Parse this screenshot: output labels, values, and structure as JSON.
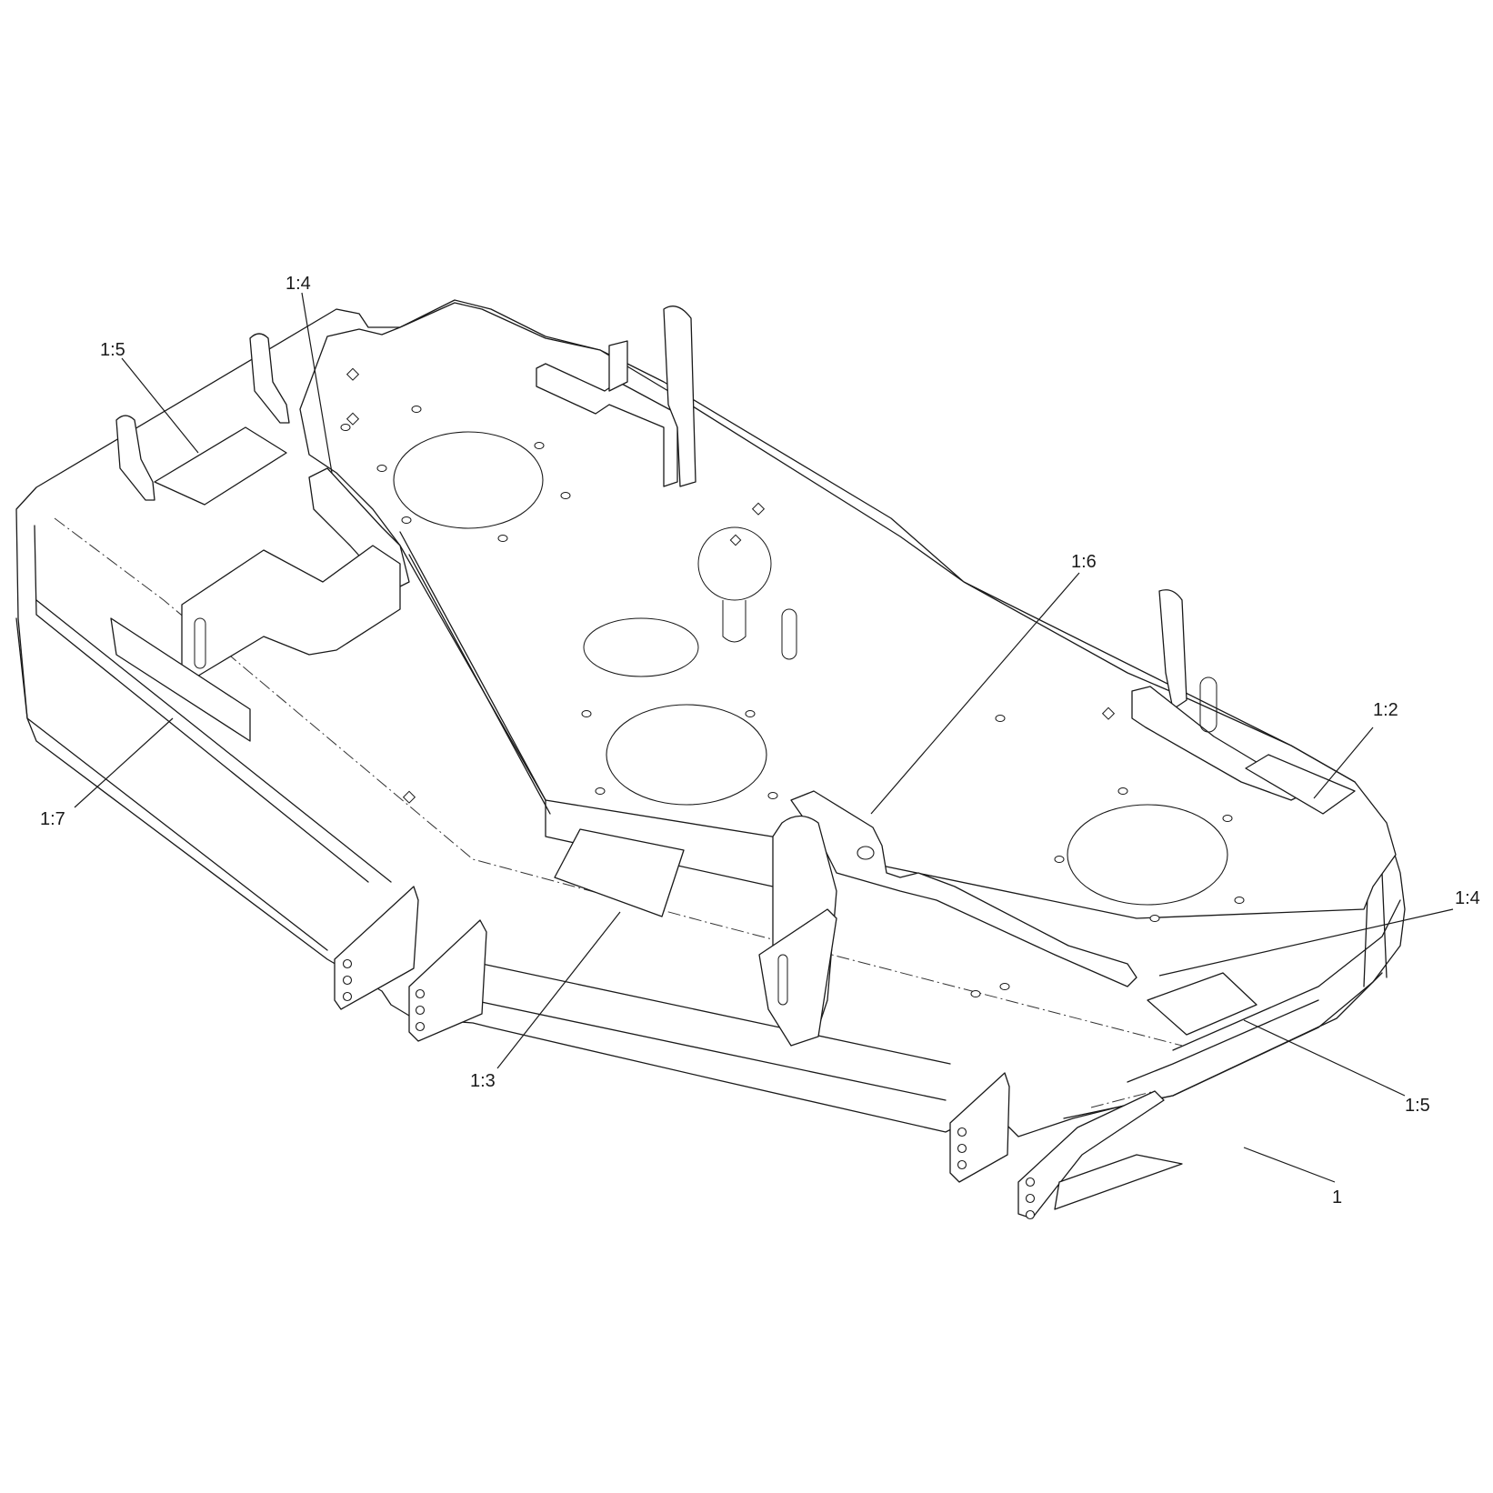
{
  "callouts": [
    {
      "id": "c1",
      "label": "1:4"
    },
    {
      "id": "c2",
      "label": "1:5"
    },
    {
      "id": "c3",
      "label": "1:6"
    },
    {
      "id": "c4",
      "label": "1:2"
    },
    {
      "id": "c5",
      "label": "1:7"
    },
    {
      "id": "c6",
      "label": "1:4"
    },
    {
      "id": "c7",
      "label": "1:3"
    },
    {
      "id": "c8",
      "label": "1:5"
    },
    {
      "id": "c9",
      "label": "1"
    }
  ]
}
